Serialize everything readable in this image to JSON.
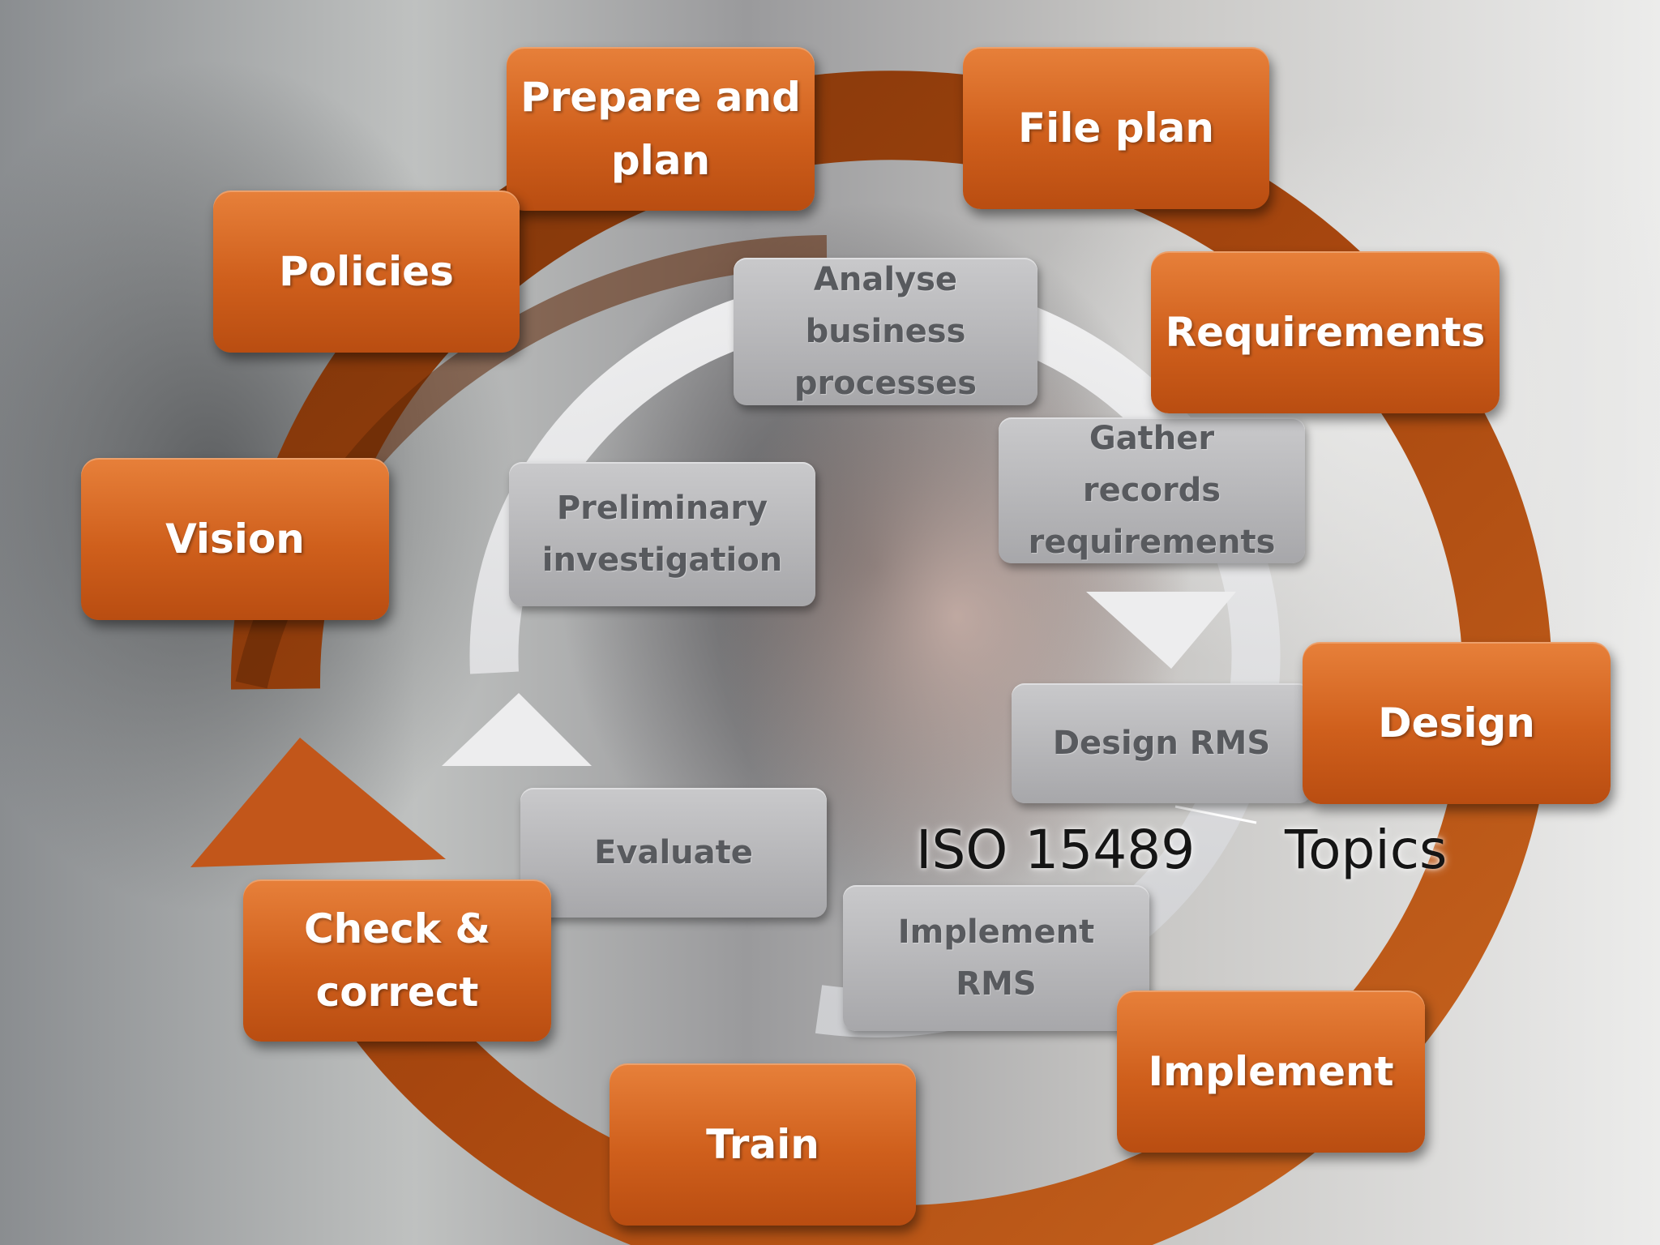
{
  "outer_steps": [
    {
      "id": "prepare",
      "text": "Prepare and\nplan"
    },
    {
      "id": "file-plan",
      "text": "File plan"
    },
    {
      "id": "policies",
      "text": "Policies"
    },
    {
      "id": "requirements",
      "text": "Requirements"
    },
    {
      "id": "vision",
      "text": "Vision"
    },
    {
      "id": "design",
      "text": "Design"
    },
    {
      "id": "check",
      "text": "Check &\ncorrect"
    },
    {
      "id": "implement",
      "text": "Implement"
    },
    {
      "id": "train",
      "text": "Train"
    }
  ],
  "inner_steps": [
    {
      "id": "analyse",
      "text": "Analyse\nbusiness\nprocesses"
    },
    {
      "id": "gather",
      "text": "Gather\nrecords\nrequirements"
    },
    {
      "id": "preliminary",
      "text": "Preliminary\ninvestigation"
    },
    {
      "id": "design-rms",
      "text": "Design RMS"
    },
    {
      "id": "evaluate",
      "text": "Evaluate"
    },
    {
      "id": "implement-rms",
      "text": "Implement\nRMS"
    }
  ],
  "labels": {
    "iso": "ISO 15489",
    "topics": "Topics"
  },
  "colors": {
    "outer_ring": "#a8470f",
    "outer_ring_dark": "#6e2e08",
    "orange_box": "#d0601c",
    "inner_arrow": "#e8e8ea",
    "grey_box": "#b4b4b7"
  }
}
